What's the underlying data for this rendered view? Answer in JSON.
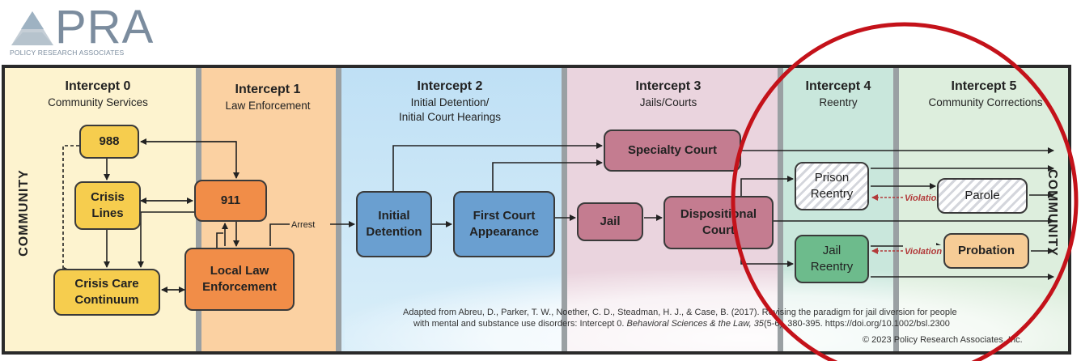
{
  "logo": {
    "text": "PRA",
    "subtitle": "POLICY RESEARCH ASSOCIATES"
  },
  "intercepts": [
    {
      "title": "Intercept 0",
      "subtitle": "Community Services"
    },
    {
      "title": "Intercept 1",
      "subtitle": "Law Enforcement"
    },
    {
      "title": "Intercept 2",
      "subtitle_line1": "Initial Detention/",
      "subtitle_line2": "Initial Court Hearings"
    },
    {
      "title": "Intercept 3",
      "subtitle": "Jails/Courts"
    },
    {
      "title": "Intercept 4",
      "subtitle": "Reentry"
    },
    {
      "title": "Intercept 5",
      "subtitle": "Community Corrections"
    }
  ],
  "boxes": {
    "n988": "988",
    "crisis_lines_1": "Crisis",
    "crisis_lines_2": "Lines",
    "n911": "911",
    "crisis_care_1": "Crisis Care",
    "crisis_care_2": "Continuum",
    "local_law_1": "Local Law",
    "local_law_2": "Enforcement",
    "initial_detention_1": "Initial",
    "initial_detention_2": "Detention",
    "first_court_1": "First Court",
    "first_court_2": "Appearance",
    "specialty_court": "Specialty Court",
    "jail": "Jail",
    "dispositional_1": "Dispositional",
    "dispositional_2": "Court",
    "prison_reentry_1": "Prison",
    "prison_reentry_2": "Reentry",
    "jail_reentry_1": "Jail",
    "jail_reentry_2": "Reentry",
    "parole": "Parole",
    "probation": "Probation"
  },
  "edge_labels": {
    "arrest": "Arrest",
    "violation": "Violation"
  },
  "community_label": "COMMUNITY",
  "citation": {
    "line1": "Adapted from Abreu, D., Parker, T. W., Noether, C. D., Steadman, H. J., & Case, B. (2017). Revising the paradigm for jail diversion for people",
    "line2_a": "with mental and substance use disorders: Intercept 0. ",
    "line2_b": "Behavioral Sciences & the Law, 35",
    "line2_c": "(5-6), 380-395. https://doi.org/10.1002/bsl.2300",
    "copyright": "© 2023 Policy Research Associates, Inc."
  },
  "colors": {
    "intercept0_bg": "#fdf3cf",
    "intercept1_bg": "#fbd1a2",
    "intercept2_bg": "#cde6f6",
    "intercept3_bg": "#ead4de",
    "intercept4_bg": "#c9e7dc",
    "intercept5_bg": "#ddeedd",
    "highlight_circle": "#c4121a",
    "violation": "#b23a3a"
  }
}
